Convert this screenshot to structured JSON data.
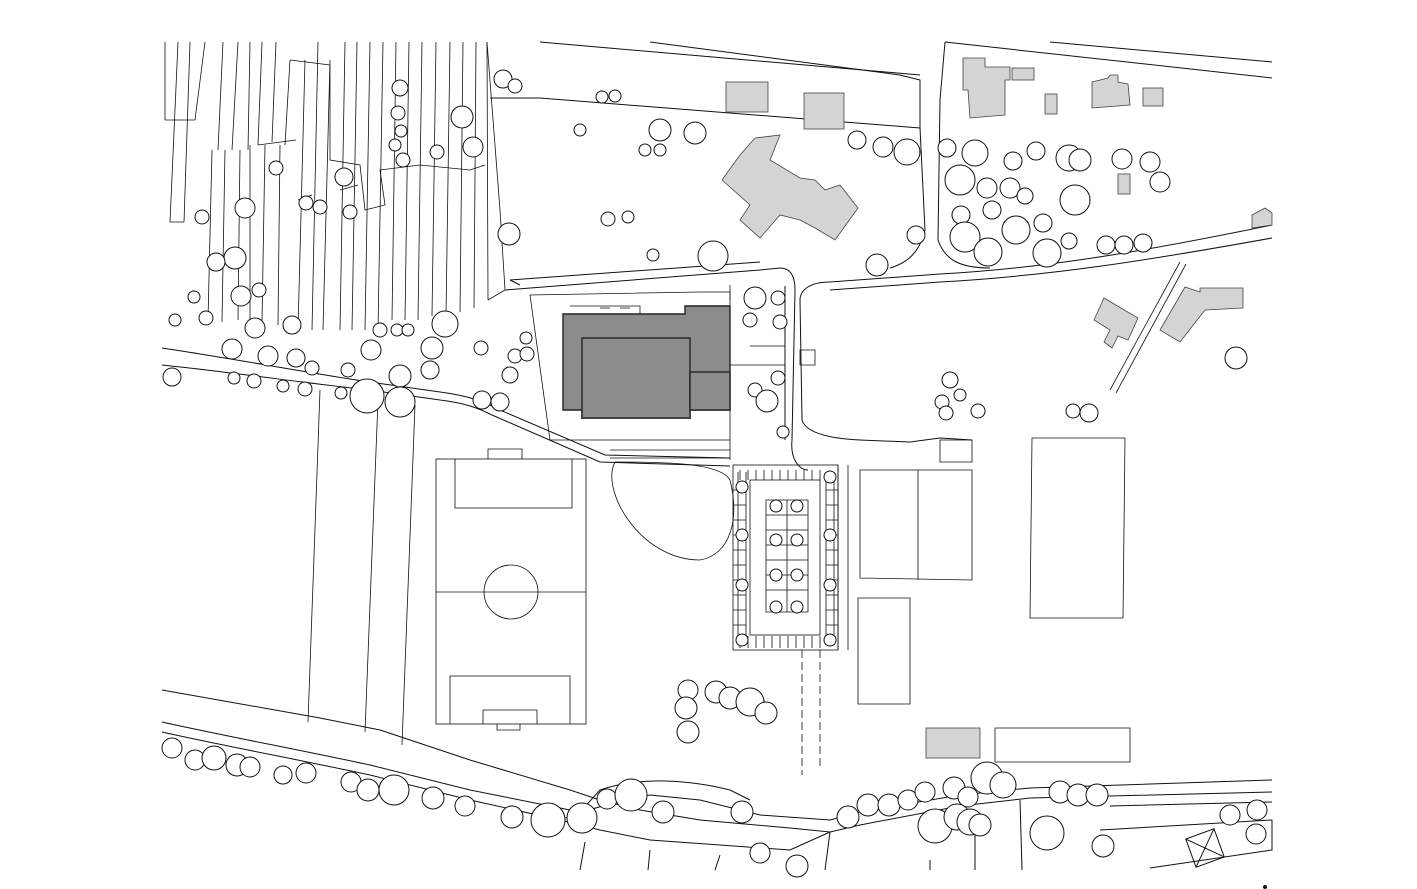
{
  "map": {
    "type": "site plan",
    "style": "black line drawing on white, existing buildings light grey, main building dark grey"
  },
  "colors": {
    "background": "#ffffff",
    "line": "#111111",
    "existing_building": "#d4d4d4",
    "main_building": "#8c8c8c"
  },
  "icons": [
    "tree-symbol",
    "north-arrow"
  ]
}
